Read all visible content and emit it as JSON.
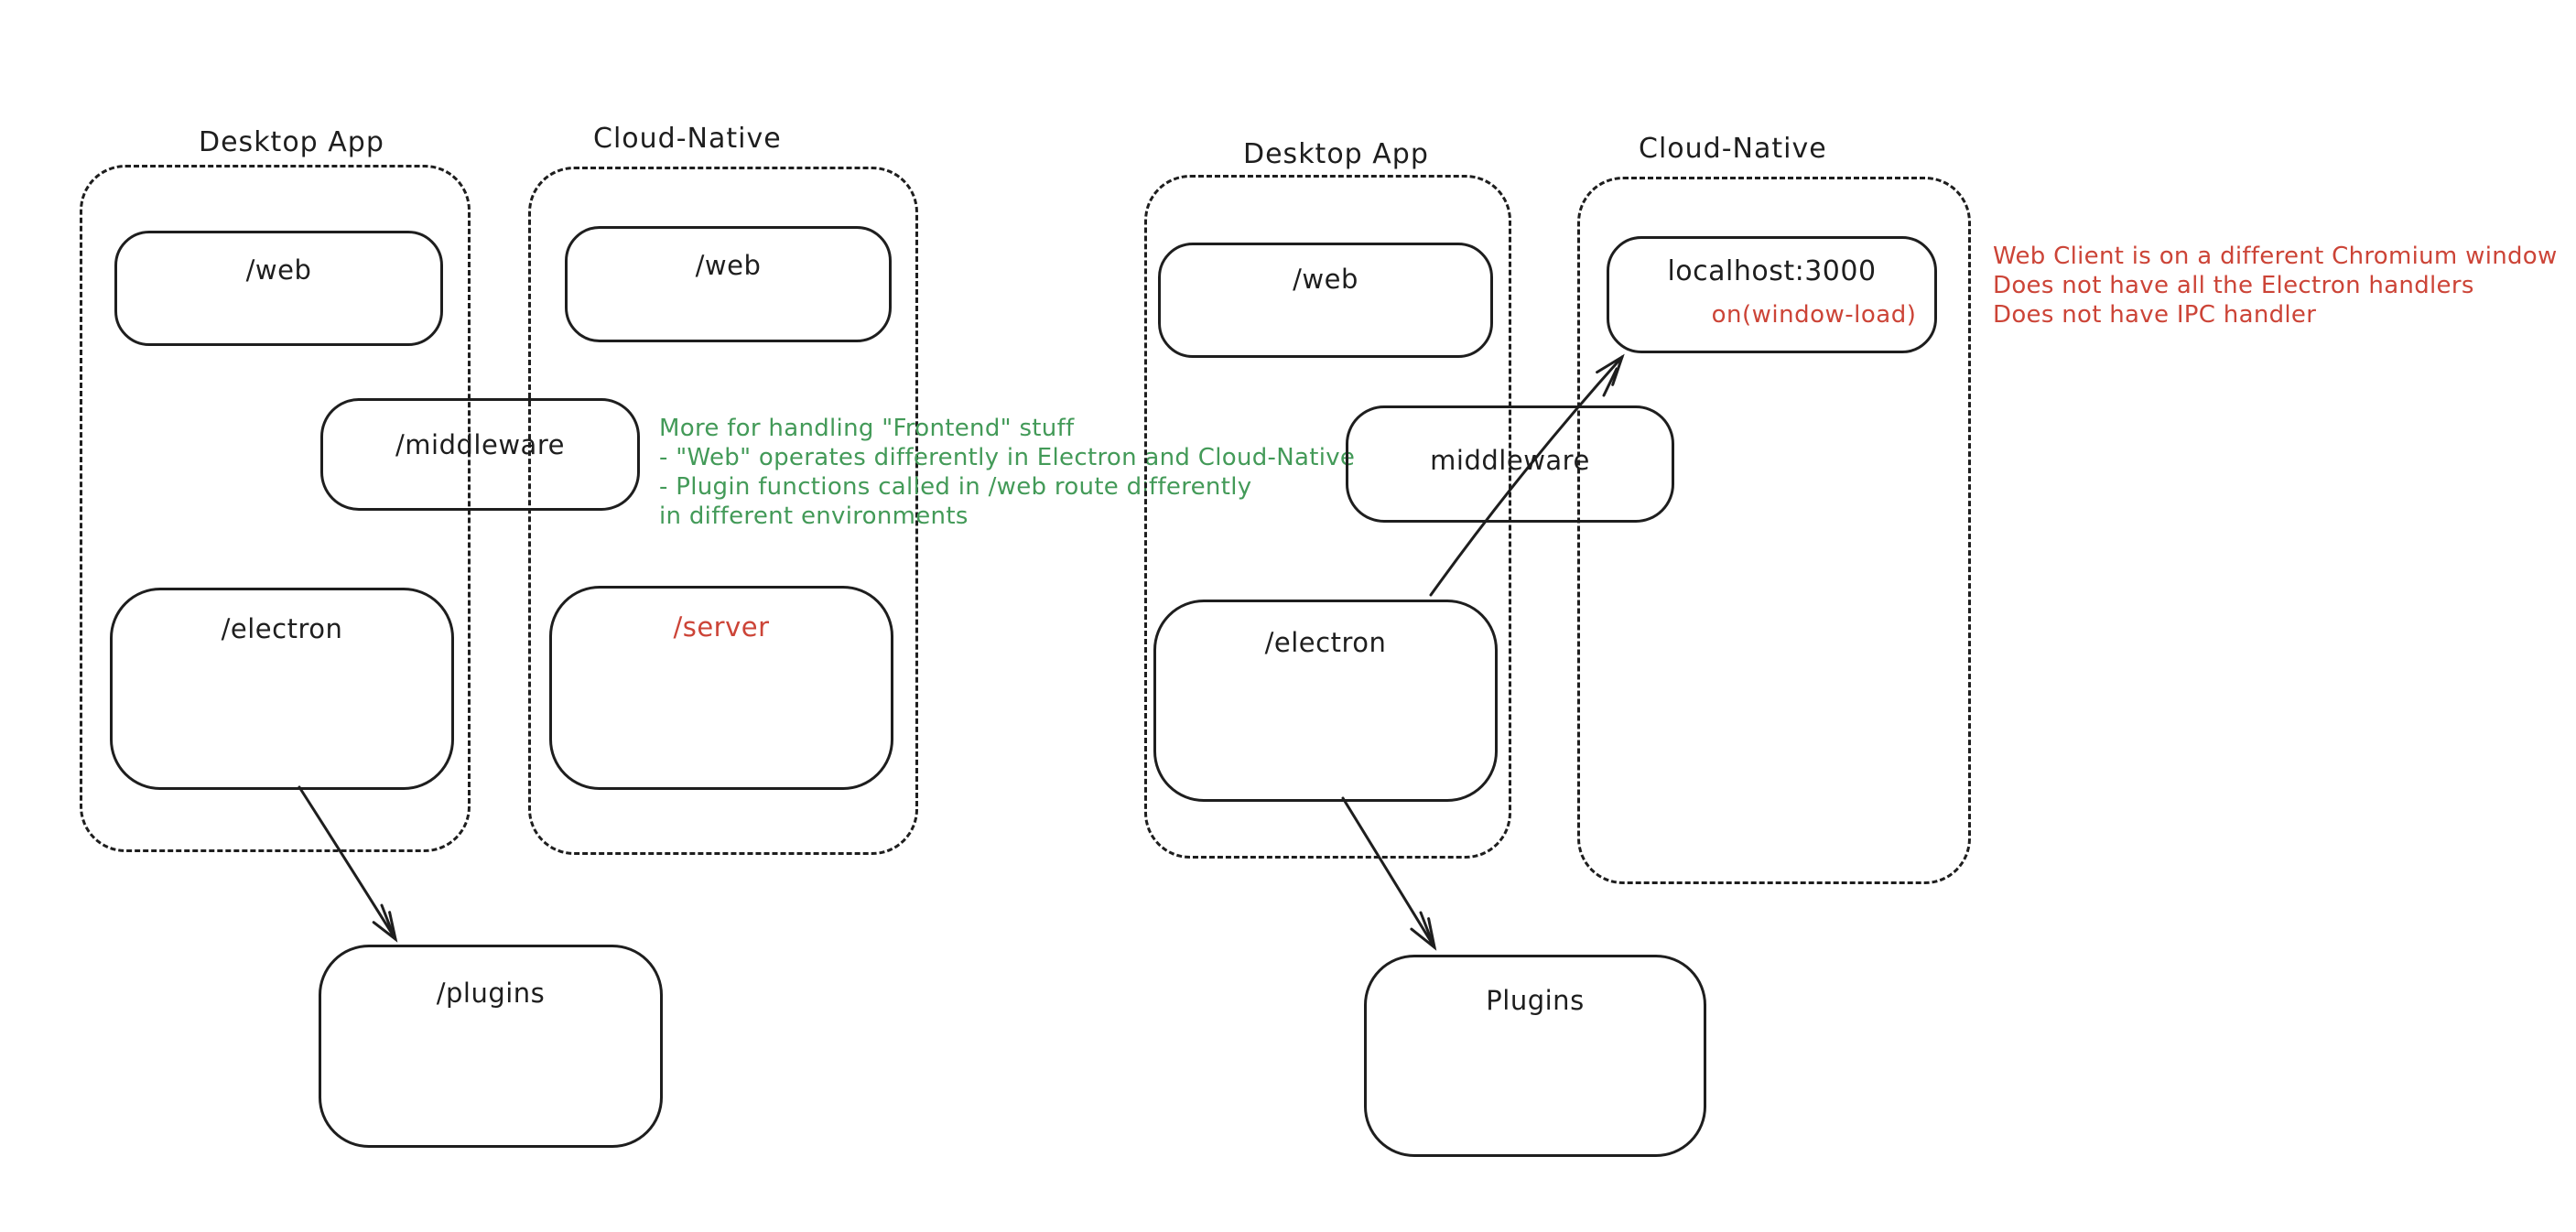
{
  "colors": {
    "stroke": "#1e1e1e",
    "green": "#439a58",
    "red": "#cc4437",
    "background": "#ffffff"
  },
  "left_diagram": {
    "desktop_group_label": "Desktop App",
    "cloud_group_label": "Cloud-Native",
    "web_desktop_label": "/web",
    "web_cloud_label": "/web",
    "middleware_label": "/middleware",
    "electron_label": "/electron",
    "server_label": "/server",
    "plugins_label": "/plugins",
    "note": {
      "lines": [
        "More for handling \"Frontend\" stuff",
        "- \"Web\" operates differently in Electron and Cloud-Native",
        "- Plugin functions called in /web route differently",
        "in different environments"
      ]
    }
  },
  "right_diagram": {
    "desktop_group_label": "Desktop App",
    "cloud_group_label": "Cloud-Native",
    "web_label": "/web",
    "localhost_label": "localhost:3000",
    "window_load_label": "on(window-load)",
    "middleware_label": "middleware",
    "electron_label": "/electron",
    "plugins_label": "Plugins",
    "note": {
      "lines": [
        "Web Client is on a different Chromium window",
        "Does not have all the Electron handlers",
        "Does not have IPC handler"
      ]
    }
  }
}
